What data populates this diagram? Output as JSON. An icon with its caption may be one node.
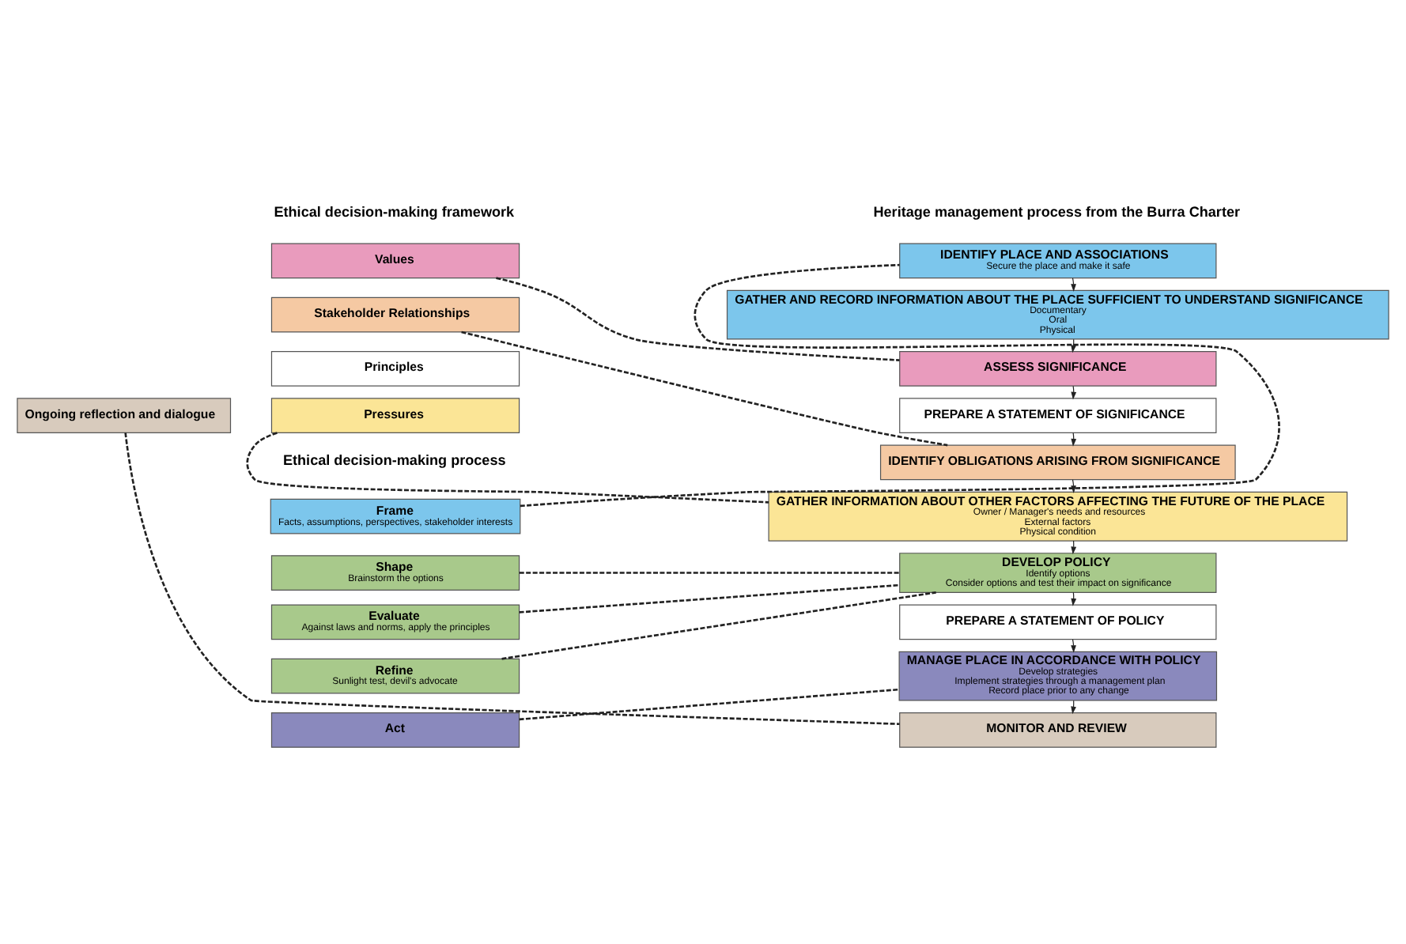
{
  "diagram": {
    "nodes": [
      {
        "text": [
          "Ongoing reflection and dialogue"
        ]
      },
      {
        "text": [
          "Values"
        ]
      },
      {
        "text": [
          "Stakeholder Relationships"
        ]
      },
      {
        "text": [
          "Principles"
        ]
      },
      {
        "text": [
          "Pressures"
        ]
      },
      {
        "text": [
          "Frame",
          "Facts, assumptions, perspectives, stakeholder interests"
        ]
      },
      {
        "text": [
          "Shape",
          "Brainstorm the options"
        ]
      },
      {
        "text": [
          "Evaluate",
          "Against laws and norms, apply the principles"
        ]
      },
      {
        "text": [
          "Refine",
          "Sunlight test, devil's advocate"
        ]
      },
      {
        "text": [
          "Act"
        ]
      },
      {
        "text": [
          "IDENTIFY PLACE AND ASSOCIATIONS",
          "Secure the place and make it safe"
        ]
      },
      {
        "text": [
          "GATHER AND RECORD INFORMATION ABOUT THE PLACE SUFFICIENT TO UNDERSTAND SIGNIFICANCE",
          "Documentary",
          "Oral",
          "Physical"
        ]
      },
      {
        "text": [
          "ASSESS SIGNIFICANCE"
        ]
      },
      {
        "text": [
          "PREPARE A STATEMENT OF SIGNIFICANCE"
        ]
      },
      {
        "text": [
          "IDENTIFY OBLIGATIONS ARISING FROM SIGNIFICANCE"
        ]
      },
      {
        "text": [
          "GATHER INFORMATION ABOUT OTHER FACTORS AFFECTING THE FUTURE OF THE PLACE",
          "Owner / Manager's needs and resources",
          "External factors",
          "Physical condition"
        ]
      },
      {
        "text": [
          "DEVELOP POLICY",
          "Identify options",
          "Consider options and test their impact on significance"
        ]
      },
      {
        "text": [
          "PREPARE A STATEMENT OF POLICY"
        ]
      },
      {
        "text": [
          "MANAGE PLACE IN ACCORDANCE WITH POLICY",
          "Develop strategies",
          "Implement strategies through a management plan",
          "Record place prior to any change"
        ]
      },
      {
        "text": [
          "MONITOR AND REVIEW"
        ]
      }
    ],
    "edges": [
      {
        "from": 10,
        "to": 11,
        "arrow": "to"
      },
      {
        "from": 11,
        "to": 12,
        "arrow": "to"
      },
      {
        "from": 12,
        "to": 13,
        "arrow": "to"
      },
      {
        "from": 13,
        "to": 14,
        "arrow": "to"
      },
      {
        "from": 14,
        "to": 15,
        "arrow": "to"
      },
      {
        "from": 15,
        "to": 16,
        "arrow": "to"
      },
      {
        "from": 16,
        "to": 17,
        "arrow": "to"
      },
      {
        "from": 17,
        "to": 18,
        "arrow": "to"
      },
      {
        "from": 18,
        "to": 19,
        "arrow": "to"
      },
      {
        "from": 1,
        "to": 12,
        "arrow": "none",
        "style": "dashed"
      },
      {
        "from": 2,
        "to": 14,
        "arrow": "none",
        "style": "dashed"
      },
      {
        "from": 4,
        "to": 15,
        "arrow": "none",
        "style": "dashed"
      },
      {
        "from": 5,
        "to": 10,
        "arrow": "none",
        "style": "dashed"
      },
      {
        "from": 6,
        "to": 16,
        "arrow": "none",
        "style": "dashed"
      },
      {
        "from": 7,
        "to": 16,
        "arrow": "none",
        "style": "dashed"
      },
      {
        "from": 8,
        "to": 16,
        "arrow": "none",
        "style": "dashed"
      },
      {
        "from": 9,
        "to": 18,
        "arrow": "none",
        "style": "dashed"
      },
      {
        "from": 0,
        "to": 19,
        "arrow": "none",
        "style": "dashed"
      }
    ],
    "labels": [
      "Ethical decision-making framework",
      "Heritage management process from the Burra Charter",
      "Ethical decision-making process"
    ]
  }
}
